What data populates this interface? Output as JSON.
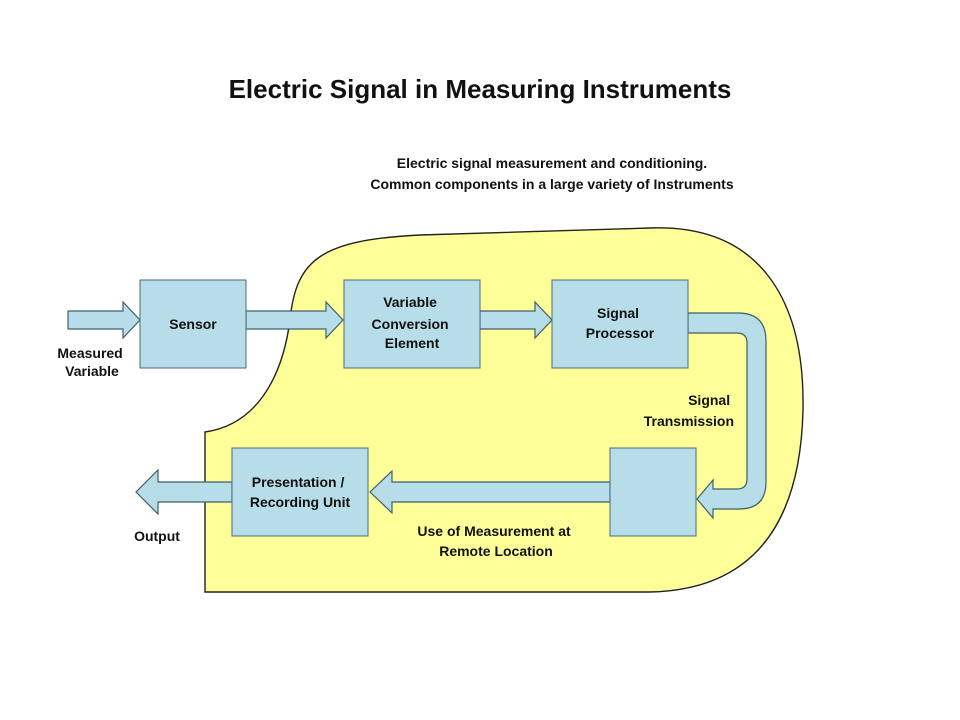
{
  "title": "Electric Signal in Measuring Instruments",
  "subtitle": {
    "line1": "Electric signal measurement and conditioning.",
    "line2": "Common components in a large variety of Instruments"
  },
  "colors": {
    "region_fill": "#ffff99",
    "box_fill": "#b7dde8"
  },
  "blocks": {
    "sensor": [
      "Sensor"
    ],
    "variable_conversion": [
      "Variable",
      "Conversion",
      "Element"
    ],
    "signal_processor": [
      "Signal",
      "Processor"
    ],
    "receiver": [],
    "presentation": [
      "Presentation /",
      "Recording Unit"
    ]
  },
  "labels": {
    "measured_variable": [
      "Measured",
      "Variable"
    ],
    "signal_transmission": [
      "Signal",
      "Transmission"
    ],
    "remote_use": [
      "Use of Measurement at",
      "Remote Location"
    ],
    "output": [
      "Output"
    ]
  }
}
